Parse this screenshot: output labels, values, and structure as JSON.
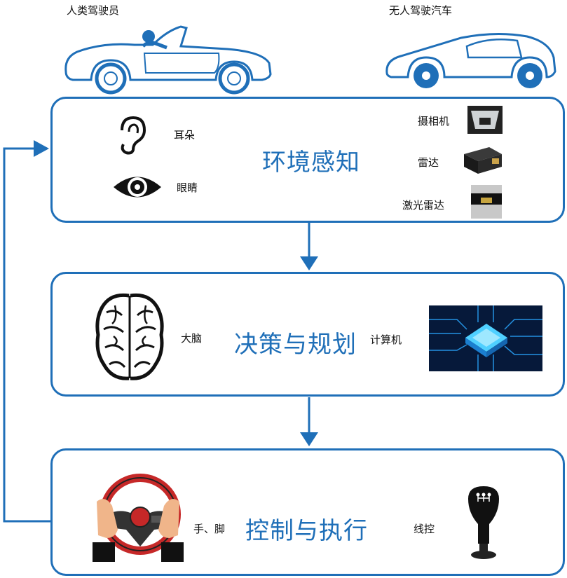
{
  "header": {
    "human_label": "人类驾驶员",
    "auto_label": "无人驾驶汽车"
  },
  "stage1": {
    "title": "环境感知",
    "ear_label": "耳朵",
    "eye_label": "眼睛",
    "camera_label": "摄相机",
    "radar_label": "雷达",
    "lidar_label": "激光雷达"
  },
  "stage2": {
    "title": "决策与规划",
    "brain_label": "大脑",
    "computer_label": "计算机"
  },
  "stage3": {
    "title": "控制与执行",
    "hands_feet_label": "手、脚",
    "control_label": "线控"
  },
  "colors": {
    "accent": "#1f6fb8",
    "chip_glow": "#2aa7ff"
  }
}
